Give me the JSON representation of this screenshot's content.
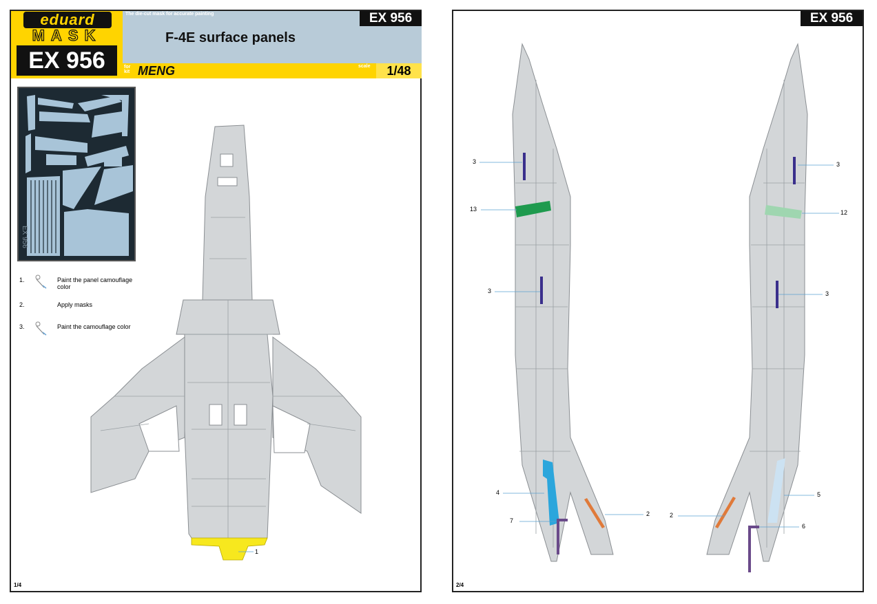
{
  "page1": {
    "brand": "eduard",
    "product_line": "MASK",
    "code": "EX 956",
    "tagline": "The die-cut mask for accurate painting",
    "title": "F-4E surface panels",
    "for_kit_label": "for kit",
    "kit": "MENG",
    "scale_label": "scale",
    "scale": "1/48",
    "sheet_code": "EX 956",
    "steps": [
      {
        "number": "1.",
        "text": "Paint the panel camouflage color",
        "icon": "airbrush-icon"
      },
      {
        "number": "2.",
        "text": "Apply masks",
        "icon": ""
      },
      {
        "number": "3.",
        "text": "Paint the camouflage color",
        "icon": "airbrush-icon"
      }
    ],
    "callouts": [
      {
        "label": "1"
      }
    ],
    "page_number": "1/4"
  },
  "page2": {
    "code": "EX 956",
    "callouts_left": [
      {
        "label": "3"
      },
      {
        "label": "13"
      },
      {
        "label": "3"
      },
      {
        "label": "4"
      },
      {
        "label": "7"
      },
      {
        "label": "2"
      }
    ],
    "callouts_right": [
      {
        "label": "3"
      },
      {
        "label": "12"
      },
      {
        "label": "3"
      },
      {
        "label": "5"
      },
      {
        "label": "2"
      },
      {
        "label": "6"
      }
    ],
    "page_number": "2/4"
  },
  "colors": {
    "brand_yellow": "#ffd400",
    "header_blue": "#b8cbd8",
    "aircraft_gray": "#d3d6d8",
    "mask_blue": "#a8c4d8",
    "mask_navy": "#3a2f8c",
    "mask_green": "#1e9a4e",
    "mask_light_green": "#9fd6b0",
    "mask_cyan": "#2ba6dc",
    "mask_light_blue": "#cce2f2",
    "mask_orange": "#e07a3a",
    "mask_purple": "#6a4a8a",
    "mask_yellow": "#f7e81e"
  }
}
